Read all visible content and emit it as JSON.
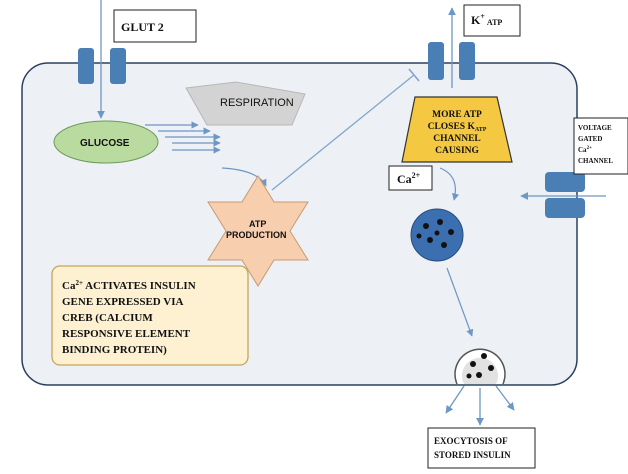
{
  "labels": {
    "glut2": "GLUT 2",
    "katp_main": "K",
    "katp_sup": "+",
    "katp_sub": "ATP",
    "respiration": "RESPIRATION",
    "glucose": "GLUCOSE",
    "atp_line1": "ATP",
    "atp_line2": "PRODUCTION",
    "more_atp_line1": "MORE ATP",
    "more_atp_line2_a": "CLOSES K",
    "more_atp_line2_sub": "ATP",
    "more_atp_line3": "CHANNEL",
    "more_atp_line4": "CAUSING",
    "ca_main": "Ca",
    "ca_sup": "2+",
    "vg_line1": "VOLTAGE",
    "vg_line2": "GATED",
    "vg_line3_a": "Ca",
    "vg_line3_sup": "2+",
    "vg_line4": "CHANNEL",
    "creb_line1_a": "Ca",
    "creb_line1_sup": "2+",
    "creb_line1_b": " ACTIVATES INSULIN",
    "creb_line2": "GENE EXPRESSED VIA",
    "creb_line3": "CREB (CALCIUM",
    "creb_line4": "RESPONSIVE ELEMENT",
    "creb_line5": "BINDING PROTEIN)",
    "exo_line1": "EXOCYTOSIS OF",
    "exo_line2": "STORED INSULIN"
  },
  "colors": {
    "cell_fill": "#edf0f4",
    "cell_stroke": "#2b4060",
    "channel": "#4a7fb5",
    "arrow": "#7fa6cf",
    "glucose_fill": "#b9dba0",
    "respiration_fill": "#d3d3d3",
    "atp_star_fill": "#f7cfae",
    "more_atp_fill": "#f5c842",
    "vesicle": "#3b6fb0",
    "creb_fill": "#fdf1d2",
    "creb_stroke": "#c9a45a"
  }
}
